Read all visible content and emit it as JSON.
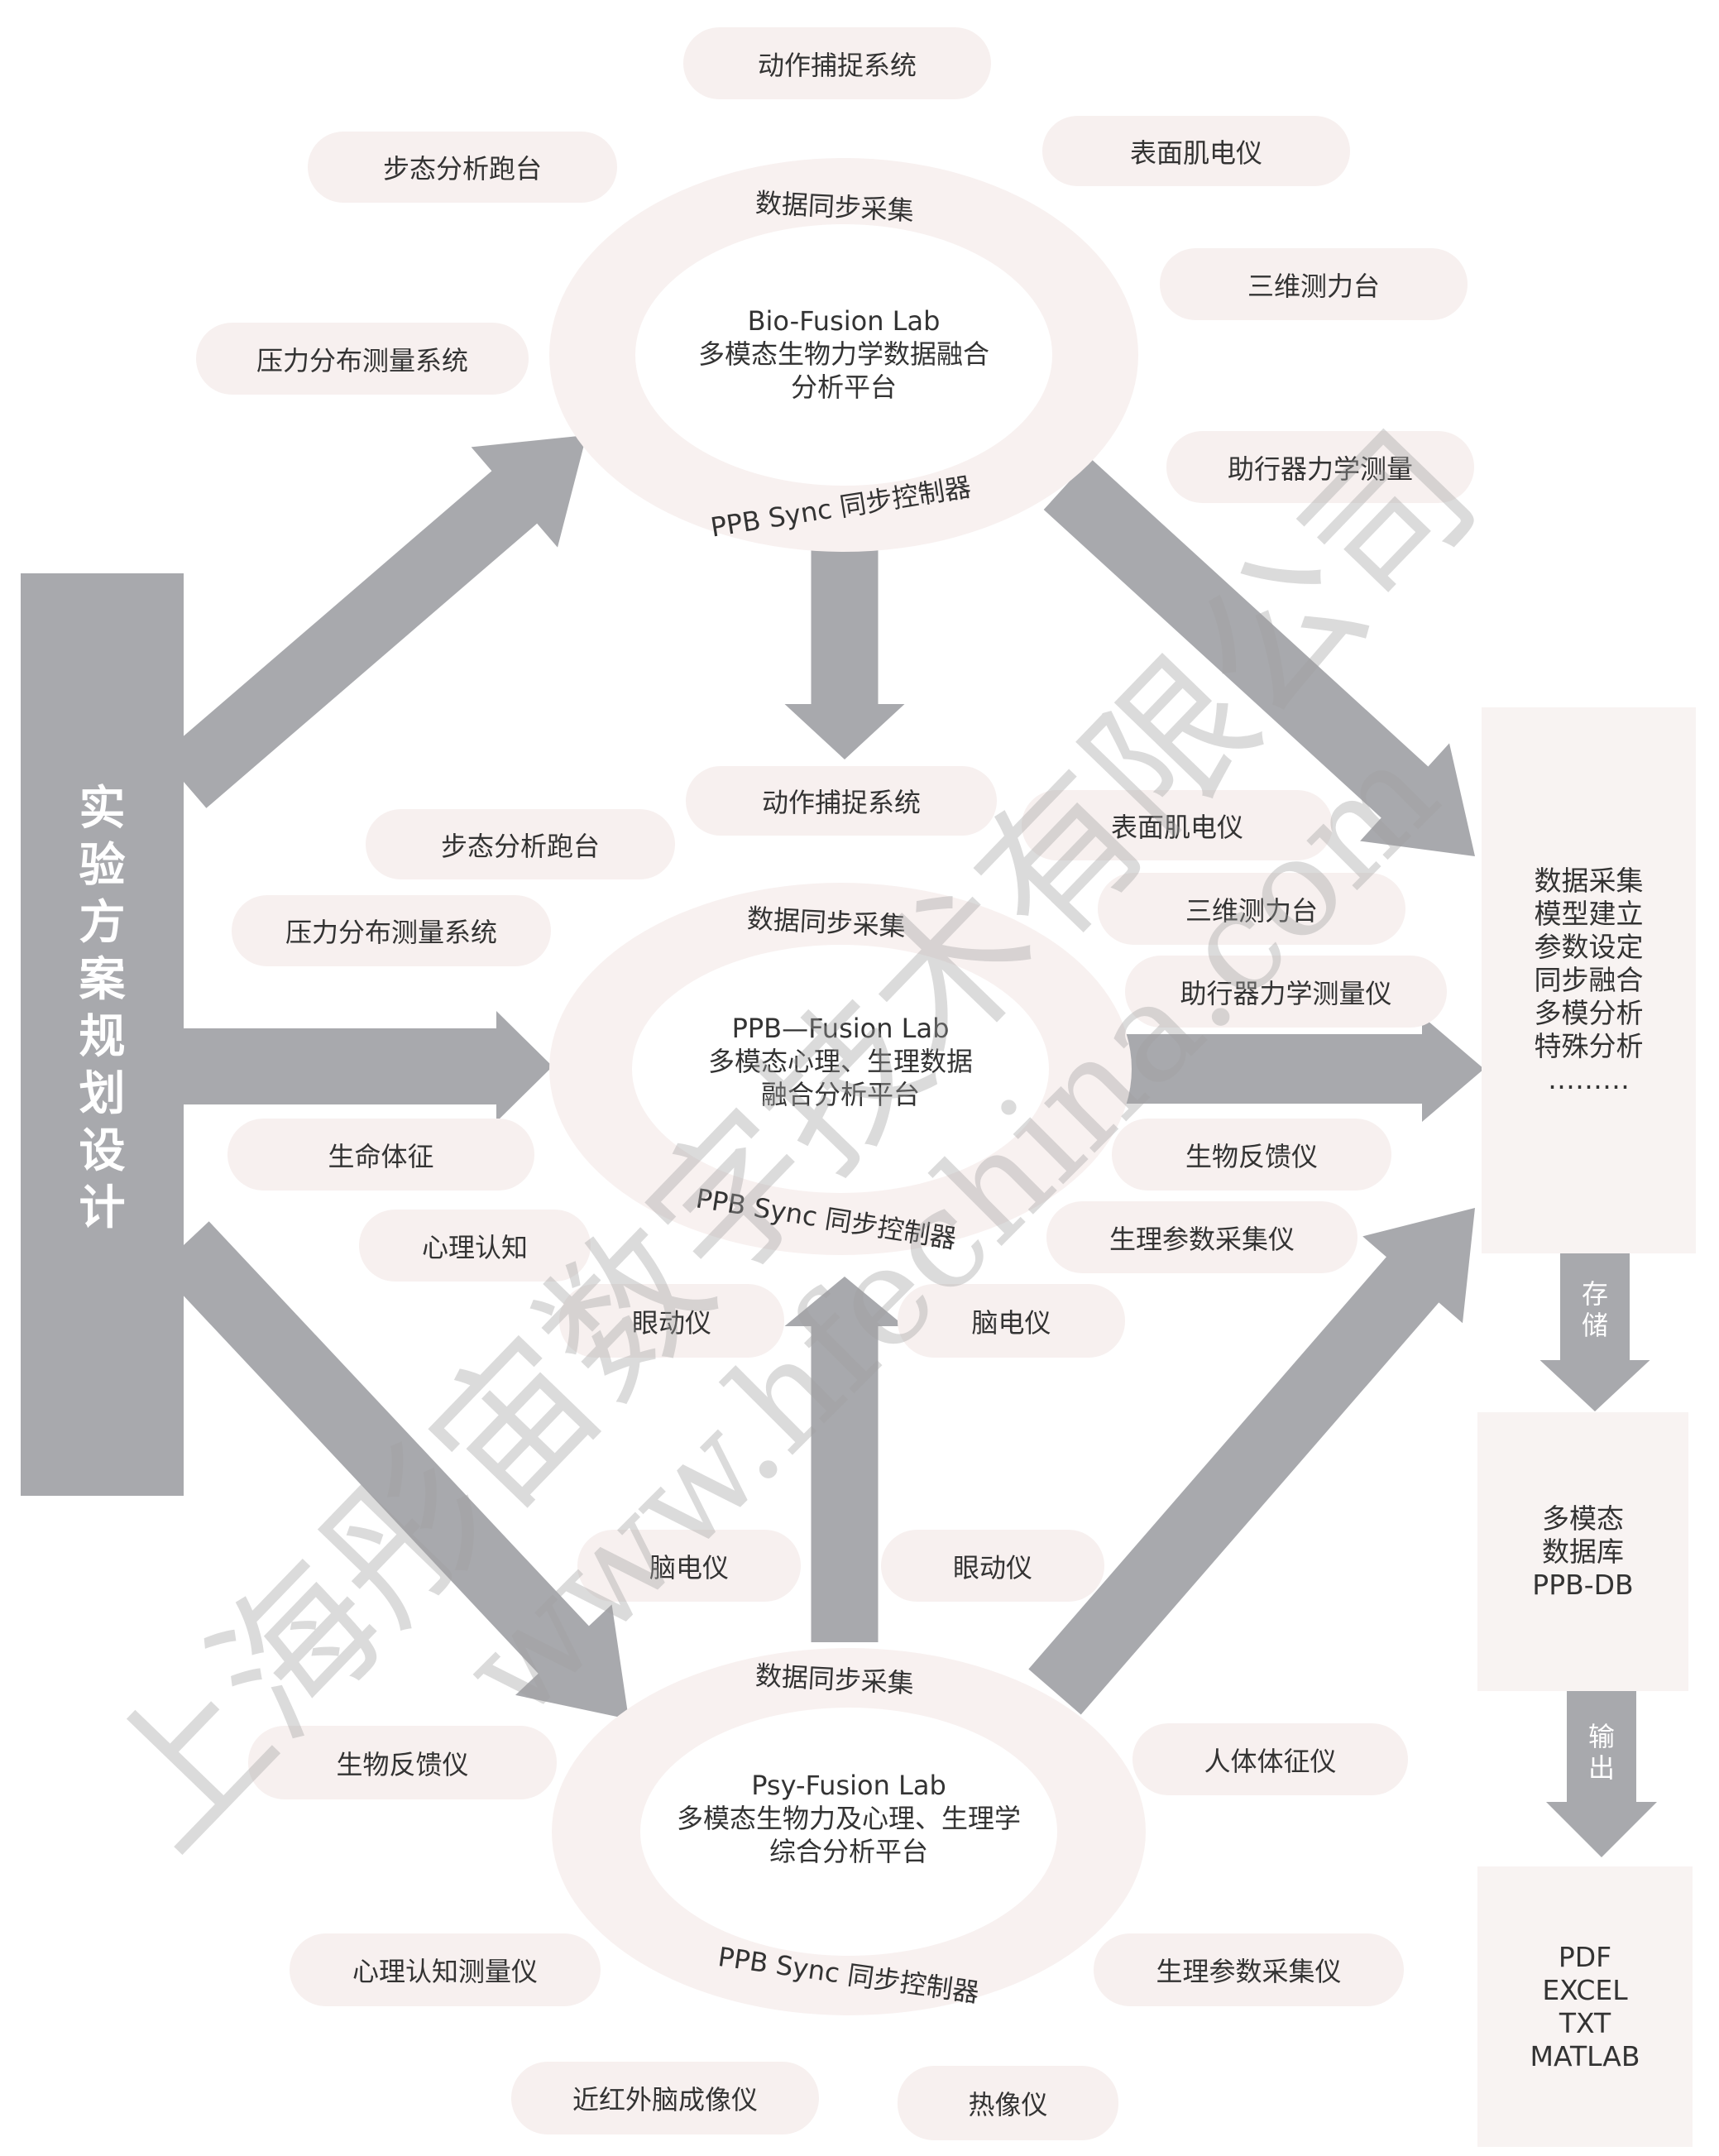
{
  "colors": {
    "arrow": "#a8a9ad",
    "pill": "#f7f0ef",
    "ring": "#f8f1f0"
  },
  "left_bar": {
    "label": "实验方案规划设计"
  },
  "lab1": {
    "top_label": "数据同步采集",
    "bottom_label": "PPB Sync 同步控制器",
    "line1": "Bio-Fusion Lab",
    "line2": "多模态生物力学数据融合",
    "line3": "分析平台",
    "devices": [
      "动作捕捉系统",
      "步态分析跑台",
      "表面肌电仪",
      "三维测力台",
      "压力分布测量系统",
      "助行器力学测量"
    ]
  },
  "lab2": {
    "top_label": "数据同步采集",
    "bottom_label": "PPB Sync 同步控制器",
    "line1": "PPB—Fusion Lab",
    "line2": "多模态心理、生理数据",
    "line3": "融合分析平台",
    "devices": [
      "动作捕捉系统",
      "步态分析跑台",
      "表面肌电仪",
      "压力分布测量系统",
      "三维测力台",
      "助行器力学测量仪",
      "生命体征",
      "生物反馈仪",
      "心理认知",
      "生理参数采集仪",
      "眼动仪",
      "脑电仪"
    ]
  },
  "lab3": {
    "top_label": "数据同步采集",
    "bottom_label": "PPB Sync 同步控制器",
    "line1": "Psy-Fusion Lab",
    "line2": "多模态生物力及心理、生理学",
    "line3": "综合分析平台",
    "devices": [
      "脑电仪",
      "眼动仪",
      "生物反馈仪",
      "人体体征仪",
      "心理认知测量仪",
      "生理参数采集仪",
      "近红外脑成像仪",
      "热像仪"
    ]
  },
  "analysis_box": {
    "items": [
      "数据采集",
      "模型建立",
      "参数设定",
      "同步融合",
      "多模分析",
      "特殊分析",
      "………"
    ]
  },
  "store_arrow": {
    "label1": "存",
    "label2": "储"
  },
  "database_box": {
    "items": [
      "多模态",
      "数据库",
      "PPB-DB"
    ]
  },
  "output_arrow": {
    "label1": "输",
    "label2": "出"
  },
  "output_box": {
    "items": [
      "PDF",
      "EXCEL",
      "TXT",
      "MATLAB"
    ]
  },
  "watermark": {
    "company": "上海彤宙数字技术有限公司",
    "url": "www.hfechina.com"
  }
}
